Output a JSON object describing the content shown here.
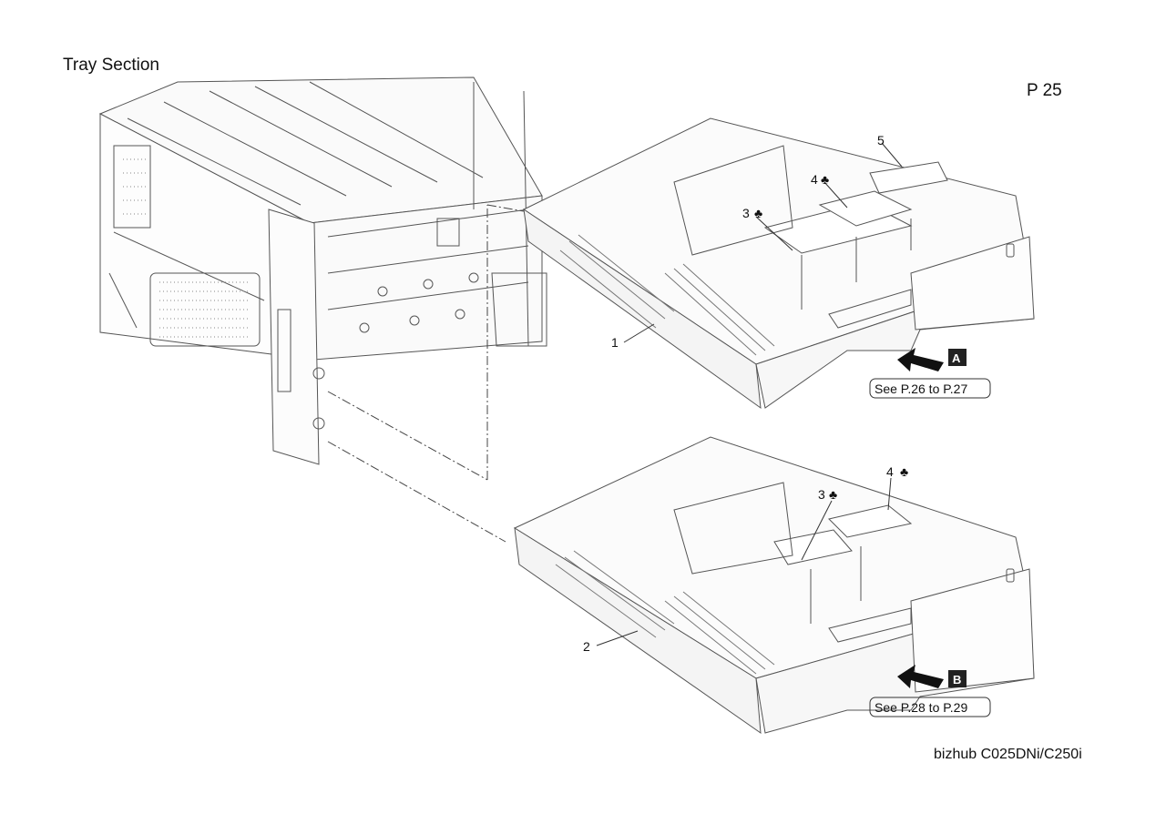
{
  "header": {
    "section_title": "Tray Section",
    "page_number": "P 25"
  },
  "footer": {
    "model": "bizhub C025DNi/C250i"
  },
  "callouts": {
    "c1": "1",
    "c2": "2",
    "c3_upper": "3",
    "c4_upper": "4",
    "c5": "5",
    "c3_lower": "3",
    "c4_lower": "4",
    "club_symbol": "♣"
  },
  "views": {
    "a": {
      "badge": "A",
      "reference": "See P.26 to P.27"
    },
    "b": {
      "badge": "B",
      "reference": "See P.28 to P.29"
    }
  },
  "colors": {
    "line": "#555555",
    "text": "#111111",
    "badge_bg": "#222222"
  }
}
